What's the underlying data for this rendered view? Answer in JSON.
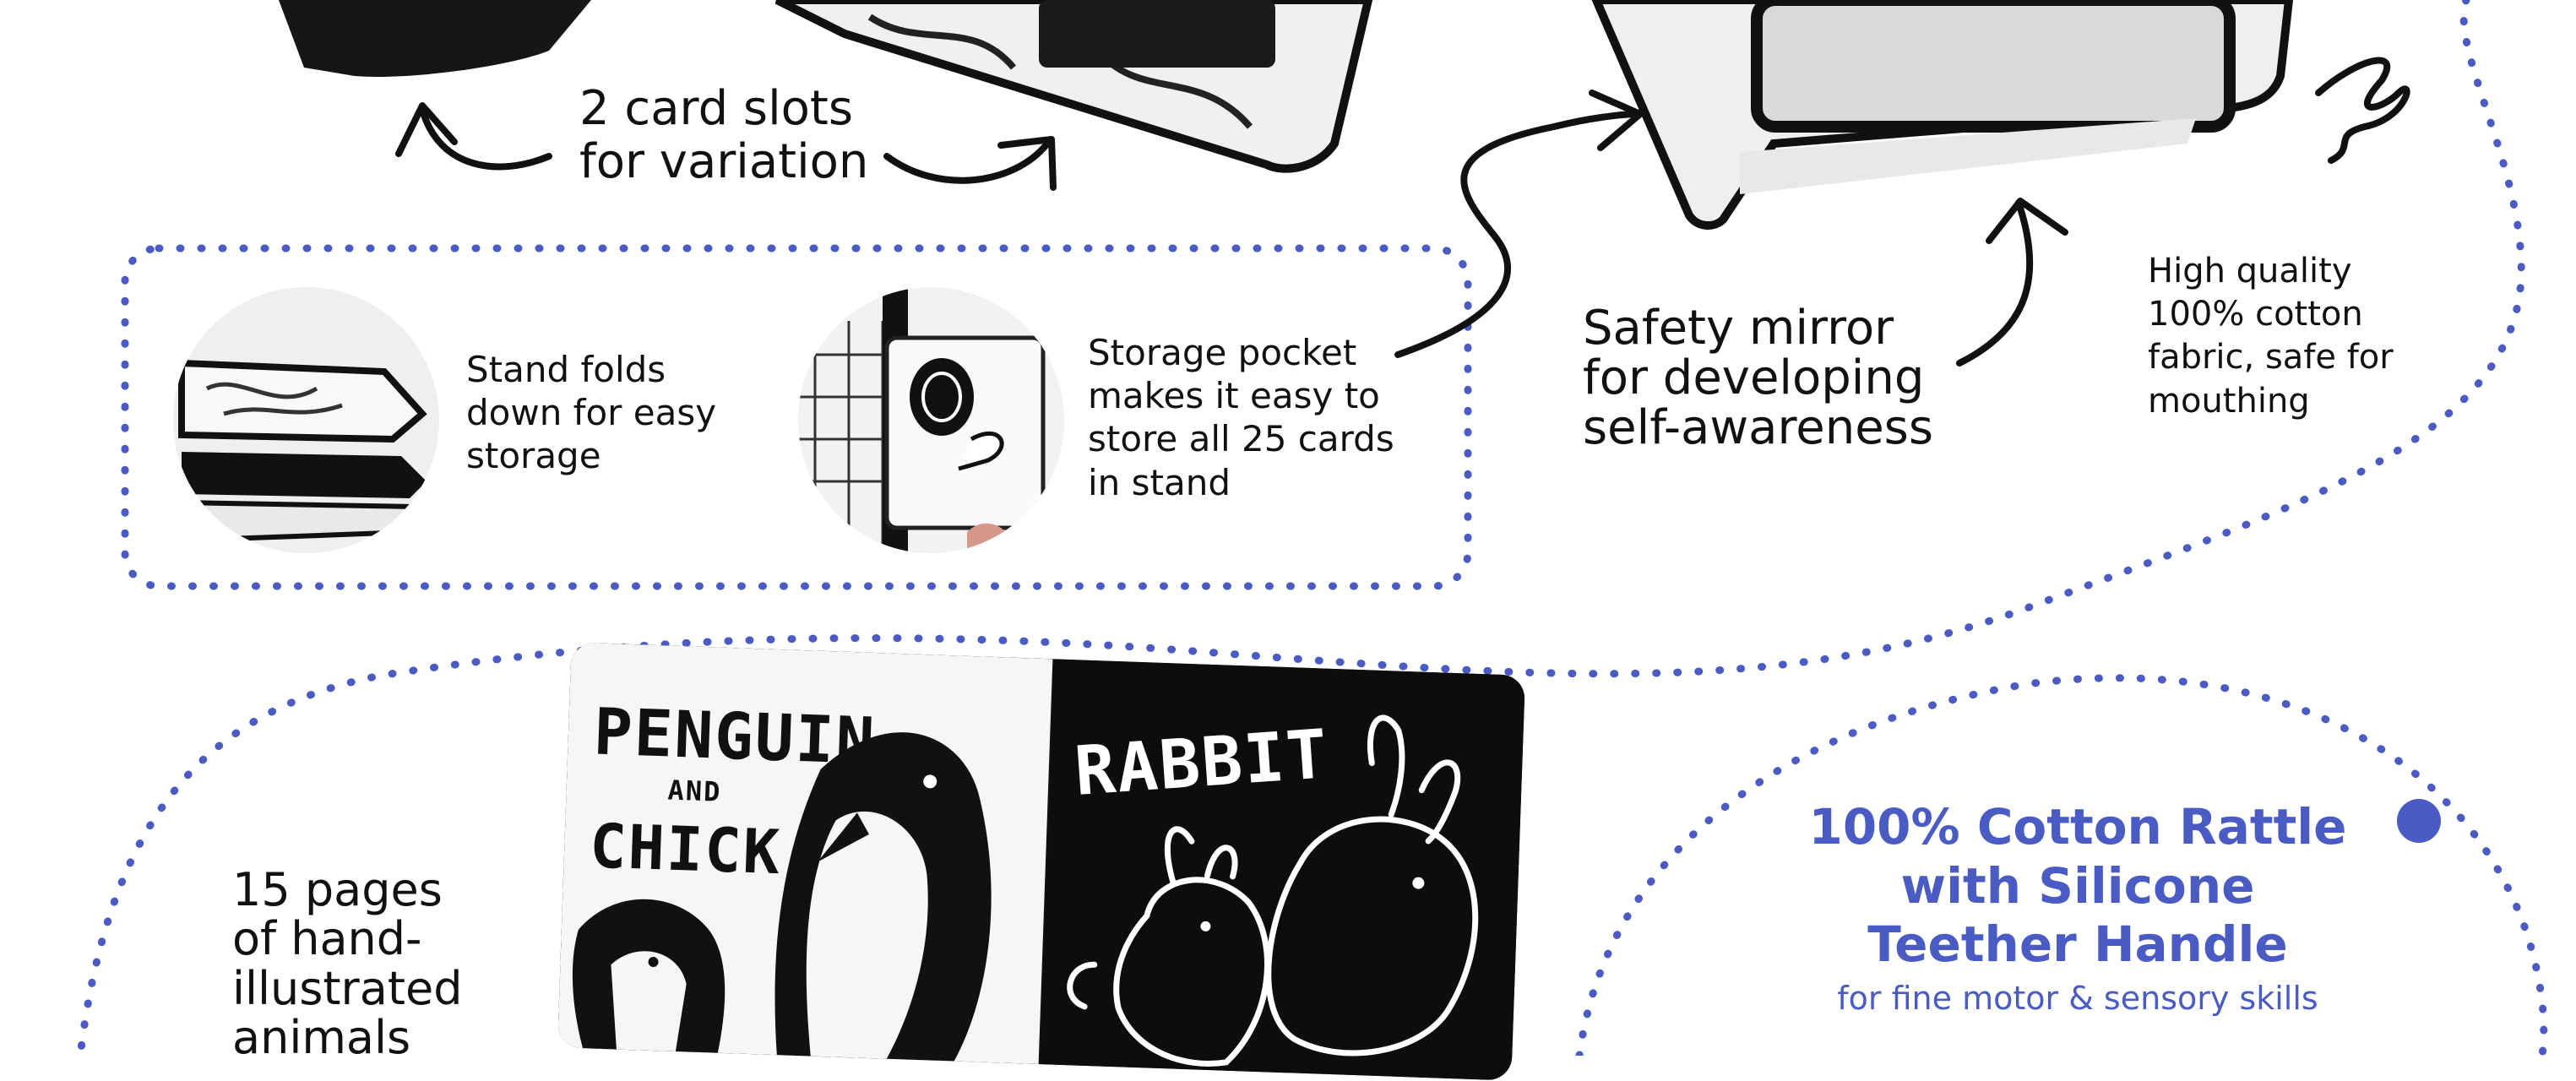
{
  "callouts": {
    "card_slots": "2 card slots\nfor variation",
    "stand_folds": "Stand folds\ndown for easy\nstorage",
    "storage_pocket": "Storage pocket\nmakes it easy to\nstore all 25 cards\nin stand",
    "safety_mirror": "Safety mirror\nfor developing\nself-awareness",
    "cotton_fabric": "High quality\n100% cotton\nfabric, safe for\nmouthing",
    "pages": "15 pages\nof hand-\nillustrated\nanimals"
  },
  "rattle": {
    "title": "100% Cotton Rattle\nwith Silicone\nTeether Handle",
    "subtitle": "for fine motor & sensory skills"
  },
  "book": {
    "left_page_title": "PENGUIN",
    "left_page_and": "AND",
    "left_page_title2": "CHICK",
    "right_page_title": "RABBIT"
  },
  "colors": {
    "accent_blue": "#4a5bc4",
    "ink": "#111111"
  }
}
